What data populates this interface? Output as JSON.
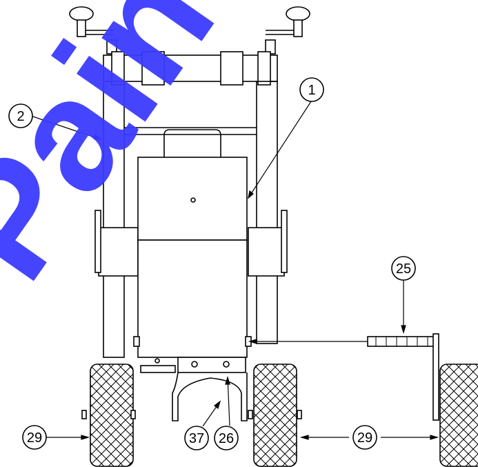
{
  "callouts": {
    "c1": "1",
    "c2": "2",
    "c25": "25",
    "c26": "26",
    "c29_left": "29",
    "c29_right": "29",
    "c37": "37"
  },
  "watermark": "Paint-Eq",
  "colors": {
    "line": "#000000",
    "watermark": "#3b3bff"
  }
}
